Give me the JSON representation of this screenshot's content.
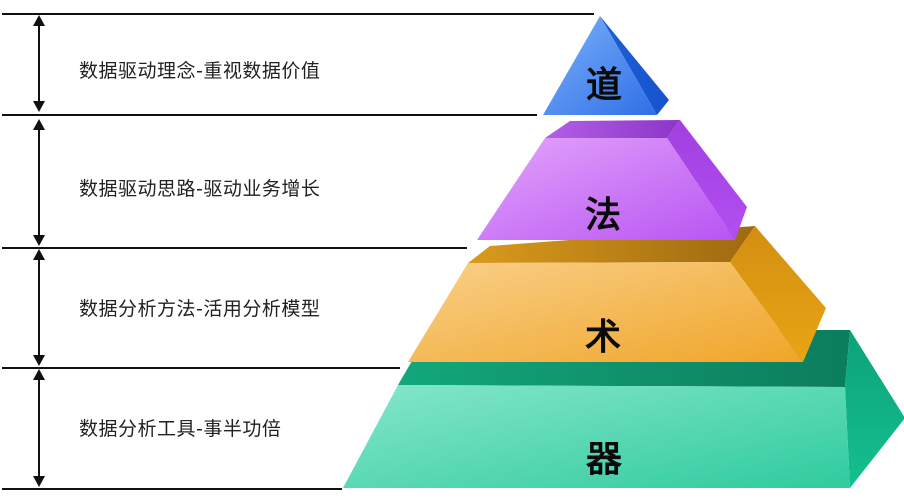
{
  "diagram": {
    "type": "pyramid",
    "levels": [
      {
        "char": "道",
        "description": "数据驱动理念-重视数据价值",
        "color": "#3b82f0"
      },
      {
        "char": "法",
        "description": "数据驱动思路-驱动业务增长",
        "color": "#c26cf5"
      },
      {
        "char": "术",
        "description": "数据分析方法-活用分析模型",
        "color": "#f2b24a"
      },
      {
        "char": "器",
        "description": "数据分析工具-事半功倍",
        "color": "#4fd8b2"
      }
    ]
  }
}
